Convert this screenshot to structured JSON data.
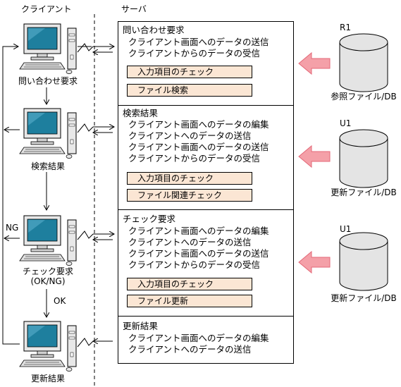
{
  "headers": {
    "client": "クライアント",
    "server": "サーバ"
  },
  "clients": [
    {
      "label": "問い合わせ要求"
    },
    {
      "label": "検索結果"
    },
    {
      "label": "チェック要求",
      "sublabel": "(OK/NG)"
    },
    {
      "label": "更新結果"
    }
  ],
  "flow_labels": {
    "ng": "NG",
    "ok": "OK"
  },
  "boxes": [
    {
      "title": "問い合わせ要求",
      "lines": [
        "クライアント画面へのデータの送信",
        "クライアントからのデータの受信"
      ],
      "tags": [
        "入力項目のチェック",
        "ファイル検索"
      ]
    },
    {
      "title": "検索結果",
      "lines": [
        "クライアント画面へのデータの編集",
        "クライアントへのデータの送信",
        "クライアント画面へのデータの送信",
        "クライアントからのデータの受信"
      ],
      "tags": [
        "入力項目のチェック",
        "ファイル関連チェック"
      ]
    },
    {
      "title": "チェック要求",
      "lines": [
        "クライアント画面へのデータの編集",
        "クライアントへのデータの送信",
        "クライアント画面へのデータの送信",
        "クライアントからのデータの受信"
      ],
      "tags": [
        "入力項目のチェック",
        "ファイル更新"
      ]
    },
    {
      "title": "更新結果",
      "lines": [
        "クライアント画面へのデータの編集",
        "クライアントへのデータの送信"
      ],
      "tags": []
    }
  ],
  "databases": [
    {
      "id": "R1",
      "label": "参照ファイル/DB"
    },
    {
      "id": "U1",
      "label": "更新ファイル/DB"
    },
    {
      "id": "U1",
      "label": "更新ファイル/DB"
    }
  ],
  "colors": {
    "arrow_fill": "#f4a0a8",
    "arrow_stroke": "#e46878",
    "tag_fill": "#fbe6d4",
    "screen": "#1e7f9e"
  }
}
